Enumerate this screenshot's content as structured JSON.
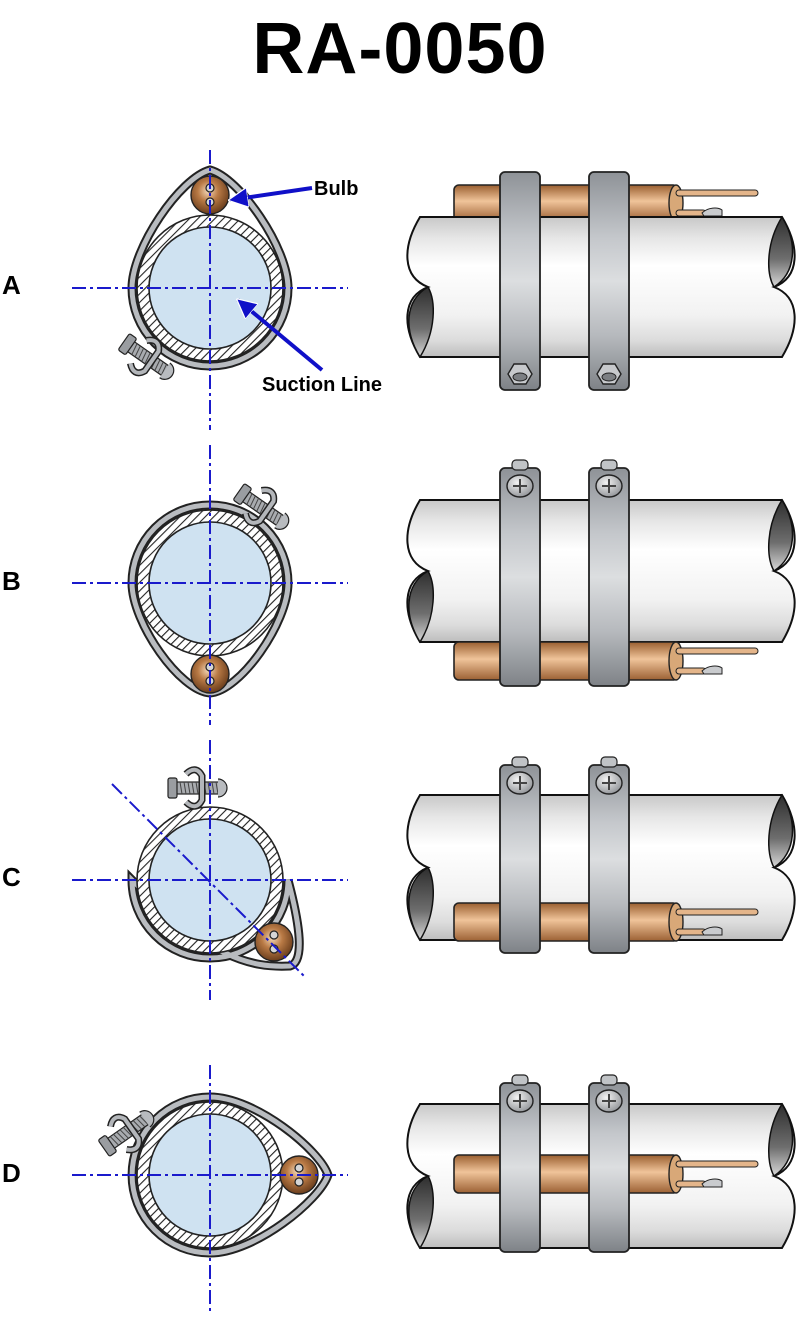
{
  "title": "RA-0050",
  "callouts": {
    "bulb": "Bulb",
    "suction_line": "Suction Line"
  },
  "rows": [
    {
      "label": "A",
      "bulb_position": "top",
      "clamp_screw_position": "lower-left",
      "side_view_bulb": "above pipe",
      "side_view_hardware": "hex nuts at bottom"
    },
    {
      "label": "B",
      "bulb_position": "bottom",
      "clamp_screw_position": "upper-right",
      "side_view_bulb": "below pipe",
      "side_view_hardware": "screw heads at top"
    },
    {
      "label": "C",
      "bulb_position": "lower-right (45°)",
      "clamp_screw_position": "top",
      "side_view_bulb": "lower part of pipe",
      "side_view_hardware": "screw heads at top"
    },
    {
      "label": "D",
      "bulb_position": "right (side)",
      "clamp_screw_position": "upper-left",
      "side_view_bulb": "middle of pipe",
      "side_view_hardware": "screw heads at top"
    }
  ],
  "colors": {
    "centerline": "#1a1acc",
    "pipe_interior": "#cfe2f1",
    "bulb": "#8a5530",
    "copper_tube": "#c98d5a",
    "clamp": "#9a9ea3",
    "arrow": "#1010c8"
  }
}
